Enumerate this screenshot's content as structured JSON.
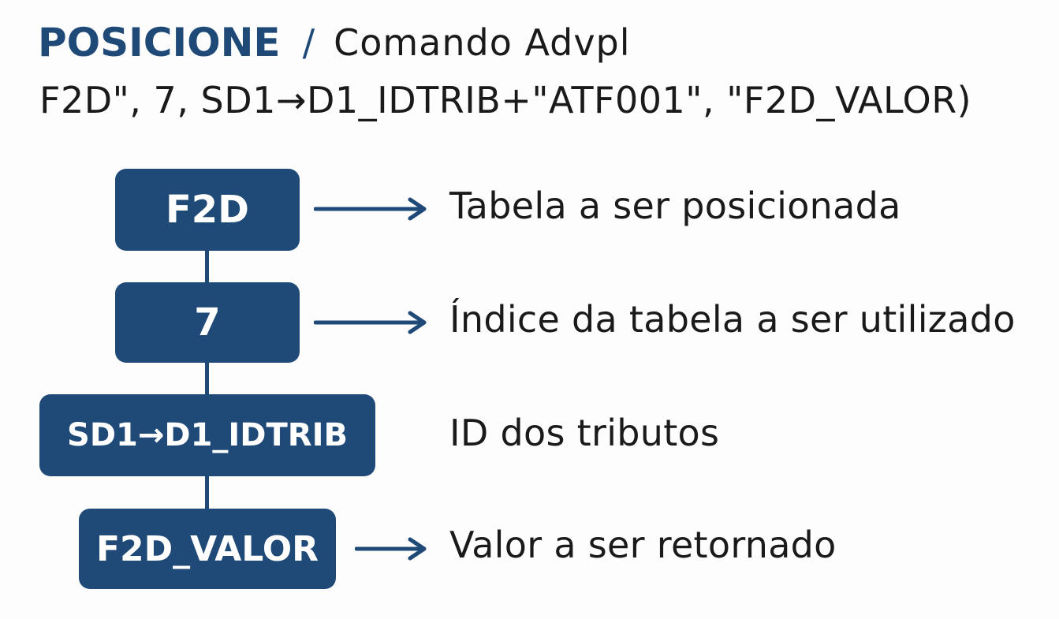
{
  "title": {
    "main": "POSICIONE",
    "separator": "/",
    "sub": "Comando Advpl"
  },
  "code_line": "F2D\", 7, SD1→D1_IDTRIB+\"ATF001\", \"F2D_VALOR)",
  "items": [
    {
      "box": "F2D",
      "label": "Tabela a ser posicionada",
      "has_arrow": true
    },
    {
      "box": "7",
      "label": "Índice da tabela a ser utilizado",
      "has_arrow": true
    },
    {
      "box": "SD1→D1_IDTRIB",
      "label": "ID dos tributos",
      "has_arrow": false
    },
    {
      "box": "F2D_VALOR",
      "label": "Valor a ser retornado",
      "has_arrow": true
    }
  ],
  "colors": {
    "accent": "#1f4a78",
    "text": "#1a1a1a",
    "background": "#fdfdfd"
  }
}
